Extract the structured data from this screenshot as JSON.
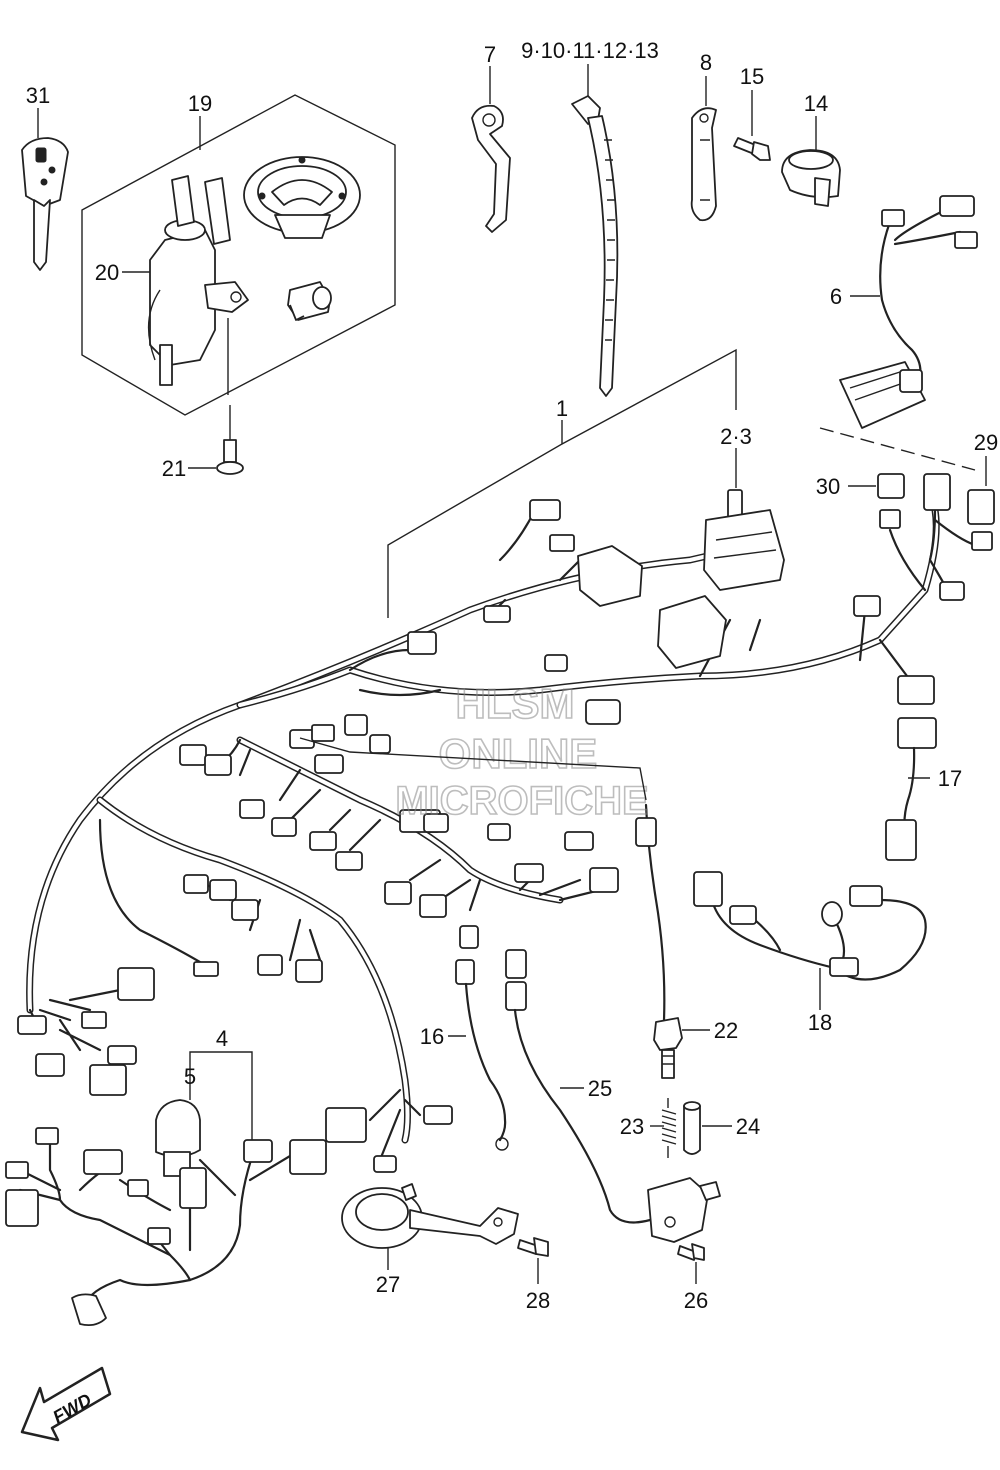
{
  "callouts": {
    "c1": "1",
    "c2_3": "2·3",
    "c4": "4",
    "c5": "5",
    "c6": "6",
    "c7": "7",
    "c8": "8",
    "c9_13": "9·10·11·12·13",
    "c14": "14",
    "c15": "15",
    "c16": "16",
    "c17": "17",
    "c18": "18",
    "c19": "19",
    "c20": "20",
    "c21": "21",
    "c22": "22",
    "c23": "23",
    "c24": "24",
    "c25": "25",
    "c26": "26",
    "c27": "27",
    "c28": "28",
    "c29": "29",
    "c30": "30",
    "c31": "31"
  },
  "watermark": {
    "line1": "HLSM",
    "line2": "ONLINE",
    "line3": "MICROFICHE"
  },
  "fwd_label": "FWD"
}
